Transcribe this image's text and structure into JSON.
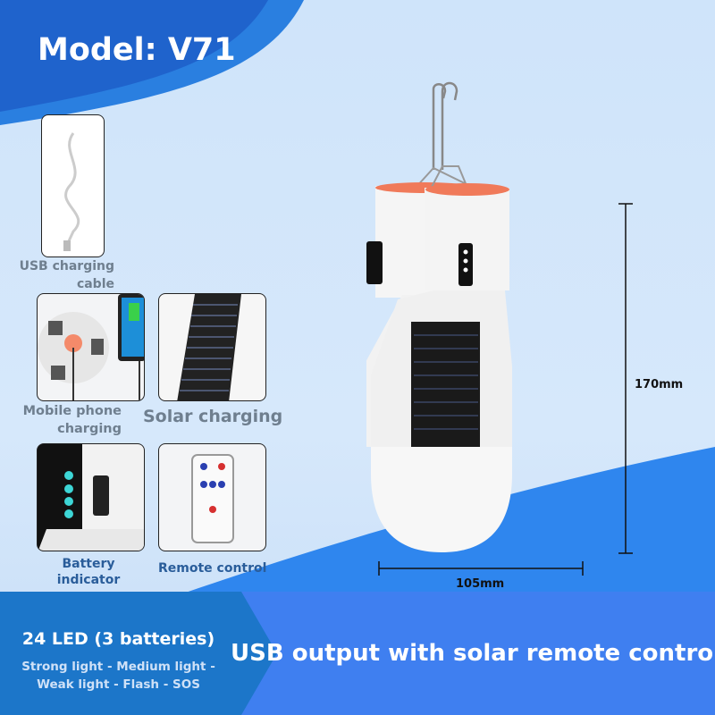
{
  "header": {
    "model": "Model: V71"
  },
  "features": [
    {
      "label": "USB charging cable",
      "icon": "usb-cable-icon"
    },
    {
      "label": "Mobile phone charging",
      "icon": "phone-charging-icon"
    },
    {
      "label": "Solar charging",
      "icon": "solar-panel-icon"
    },
    {
      "label": "Battery indicator",
      "icon": "battery-indicator-icon"
    },
    {
      "label": "Remote control",
      "icon": "remote-control-icon"
    }
  ],
  "dimensions": {
    "height": "170mm",
    "width": "105mm"
  },
  "footer": {
    "led": "24 LED (3 batteries)",
    "modes_line1": "Strong light - Medium light -",
    "modes_line2": "Weak light - Flash - SOS",
    "headline": "USB output with solar remote control"
  },
  "colors": {
    "accent": "#1c76c9",
    "band_right": "#3f7ff0",
    "background": "#cfe4fa"
  }
}
